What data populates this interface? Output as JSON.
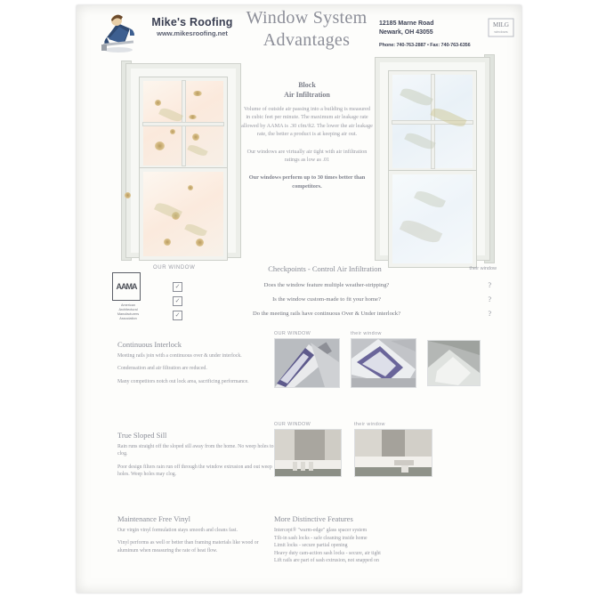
{
  "document": {
    "kind": "scanned-brochure-page"
  },
  "header": {
    "brand_name": "Mike's Roofing",
    "brand_url": "www.mikesroofing.net",
    "title_line1": "Window System",
    "title_line2": "Advantages",
    "address_line1": "12185 Marne Road",
    "address_line2": "Newark, OH 43055",
    "phone_fax": "Phone: 740-763-2887 • Fax: 740-763-6356",
    "mascot_icon": "roofer-mascot-icon",
    "corp_mark_icon": "manufacturer-logo-icon"
  },
  "center_block": {
    "heading_line1": "Block",
    "heading_line2": "Air Infiltration",
    "paragraph1": "Volume of outside air passing into a building is measured in cubic feet per minute. The maximum air leakage rate allowed by AAMA is .30 cfm/ft2. The lower the air leakage rate, the better a product is at keeping air out.",
    "paragraph2": "Our windows are virtually air tight with air infiltration ratings as low as .01",
    "highlight": "Our windows perform up to 30 times better than competitors."
  },
  "illustrations": {
    "left_caption": "our-window-illustration",
    "right_caption": "their-window-illustration"
  },
  "checkpoints": {
    "aama_abbr": "AAMA",
    "aama_caption": "American Architectural Manufacturers Association",
    "our_label": "OUR WINDOW",
    "title": "Checkpoints - Control Air Infiltration",
    "their_label": "their window",
    "rows": [
      {
        "check": "✓",
        "question": "Does the window feature multiple weather-stripping?",
        "their": "?"
      },
      {
        "check": "✓",
        "question": "Is the window custom-made to fit your home?",
        "their": "?"
      },
      {
        "check": "✓",
        "question": "Do the meeting rails have continuous Over & Under interlock?",
        "their": "?"
      }
    ]
  },
  "sections": {
    "interlock": {
      "heading": "Continuous Interlock",
      "p1": "Meeting rails join with a continuous over & under interlock.",
      "p2": "Condensation and air filtration are reduced.",
      "p3": "Many competitors notch out lock area, sacrificing performance."
    },
    "sill": {
      "heading": "True Sloped Sill",
      "p1": "Rain runs straight off the sloped sill away from the home. No weep holes to clog.",
      "p2": "Poor design filters rain run off through the window extrusion and out weep holes. Weep holes may clog."
    },
    "vinyl": {
      "heading": "Maintenance Free Vinyl",
      "p1": "Our virgin vinyl formulation stays smooth and cleans fast.",
      "p2": "Vinyl performs as well or better than framing materials like wood or aluminum when measuring the rate of heat flow."
    },
    "features": {
      "heading": "More Distinctive Features",
      "items": [
        "Intercept® \"warm-edge\" glass spacer system",
        "Tilt-in sash locks - safe cleaning inside home",
        "Limit locks - secure partial opening",
        "Heavy duty cam-action sash locks - secure, air tight",
        "Lift rails are part of sash extrusion, not snapped on"
      ]
    }
  },
  "photos": {
    "row1_our_label": "OUR WINDOW",
    "row1_their_label": "their window",
    "row2_our_label": "OUR WINDOW",
    "row2_their_label": "their window",
    "captions": {
      "a": "interlock-our-window-photo",
      "b": "interlock-their-window-photo",
      "c": "interlock-detail-photo",
      "d": "sill-our-window-photo",
      "e": "sill-their-window-photo"
    }
  },
  "colors": {
    "page": "#ffffff",
    "sheet": "#fdfdfb",
    "ink": "#8b8d96",
    "brand": "#3a3f52",
    "title": "#8d8f99"
  }
}
